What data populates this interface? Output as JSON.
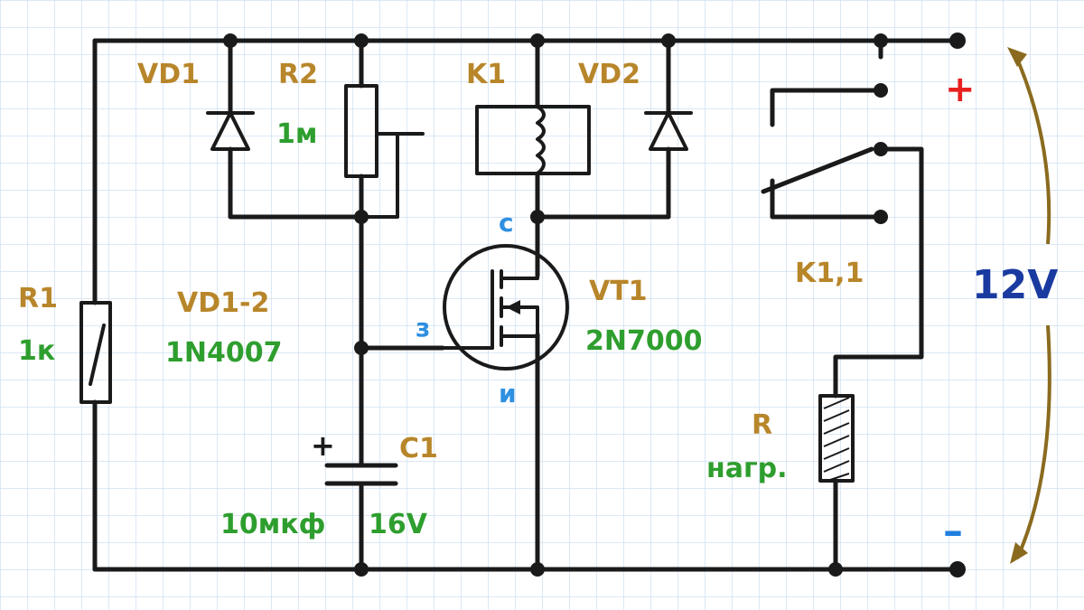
{
  "colors": {
    "designator": "#b8862a",
    "value": "#2e9e2e",
    "pin": "#2f8fe0",
    "plus": "#e82020",
    "minus": "#1f7fe0",
    "voltage": "#1a3aa0",
    "wire": "#1a1a1a",
    "grid": "#cfe0f2",
    "arrow": "#8a6a1e"
  },
  "components": {
    "vd1": {
      "designator": "VD1"
    },
    "r2": {
      "designator": "R2",
      "value": "1м"
    },
    "k1": {
      "designator": "K1"
    },
    "vd2": {
      "designator": "VD2"
    },
    "r1": {
      "designator": "R1",
      "value": "1к"
    },
    "vd12": {
      "designator": "VD1-2",
      "value": "1N4007"
    },
    "vt1": {
      "designator": "VT1",
      "value": "2N7000"
    },
    "k11": {
      "designator": "K1,1"
    },
    "c1": {
      "designator": "C1",
      "capacitance": "10мкф",
      "voltage": "16V",
      "polarity": "+"
    },
    "load": {
      "designator": "R",
      "value": "нагр."
    }
  },
  "pins": {
    "drain": "с",
    "gate": "з",
    "source": "и"
  },
  "supply": {
    "plus": "+",
    "minus": "–",
    "voltage": "12V"
  }
}
